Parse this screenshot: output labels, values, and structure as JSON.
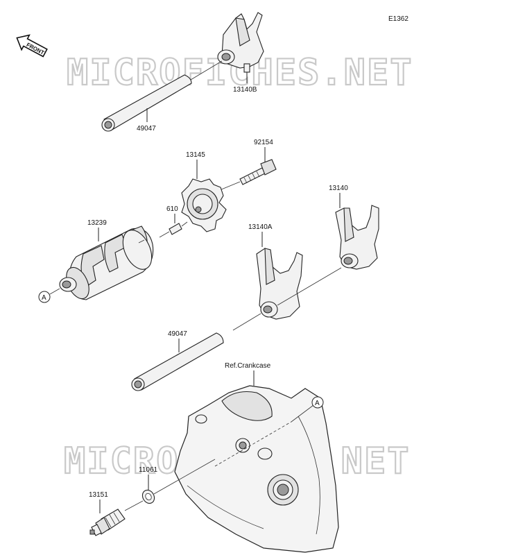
{
  "diagram_code": "E1362",
  "front_label": "FRONT",
  "watermark": "MICROFICHES.NET",
  "reference_label": "Ref.Crankcase",
  "callouts": {
    "a_top": "A",
    "a_bottom": "A"
  },
  "part_numbers": {
    "fork_upper": "13140B",
    "rod_upper": "49047",
    "bolt": "92154",
    "plate": "13145",
    "pin": "610",
    "drum": "13239",
    "fork_right": "13140",
    "fork_middle": "13140A",
    "rod_lower": "49047",
    "washer": "11061",
    "switch": "13151"
  }
}
